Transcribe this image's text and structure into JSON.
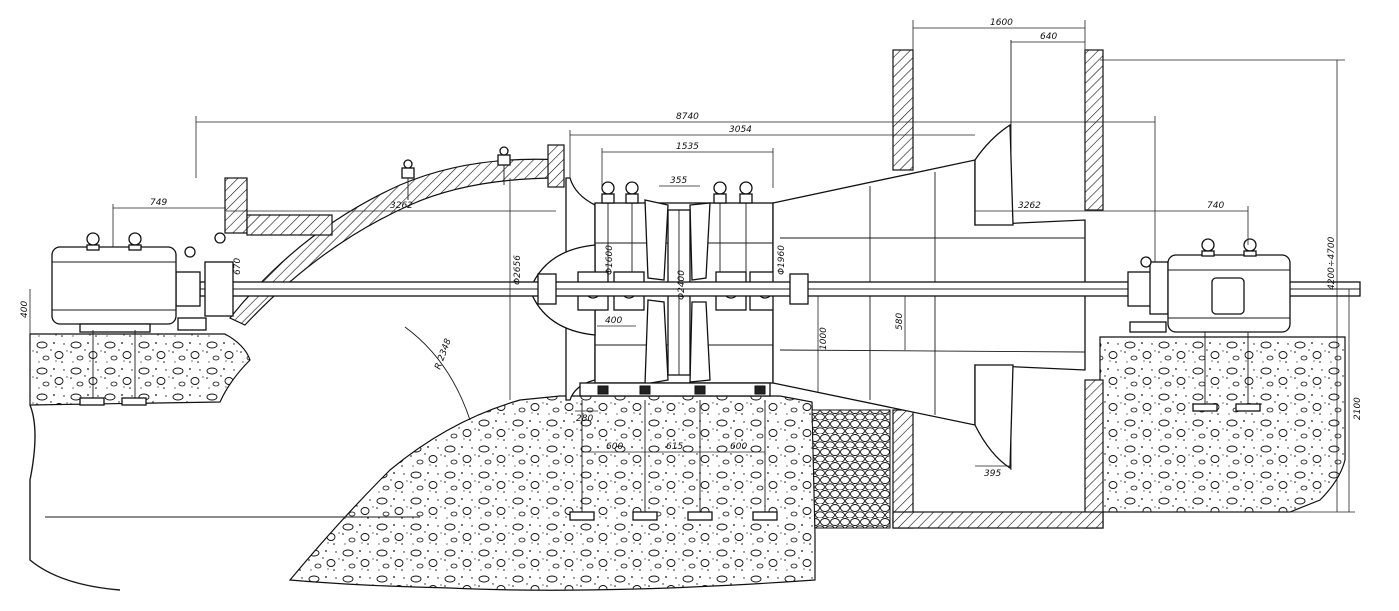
{
  "dimensions": {
    "d_1600": "1600",
    "d_640": "640",
    "d_8740": "8740",
    "d_3054": "3054",
    "d_1535": "1535",
    "d_355": "355",
    "d_749": "749",
    "d_3262_left": "3262",
    "d_3262_right": "3262",
    "d_740": "740",
    "d_phi2656": "Φ2656",
    "d_phi1600": "Φ1600",
    "d_phi1960": "Φ1960",
    "d_phi2400": "Φ2400",
    "d_670": "670",
    "d_400_mid": "400",
    "d_400_left": "400",
    "d_1000": "1000",
    "d_580": "580",
    "d_r2348": "R 2348",
    "d_280": "280",
    "d_600_left": "600",
    "d_615": "615",
    "d_600_right": "600",
    "d_395": "395",
    "d_4200": "4200÷4700",
    "d_2100": "2100"
  }
}
